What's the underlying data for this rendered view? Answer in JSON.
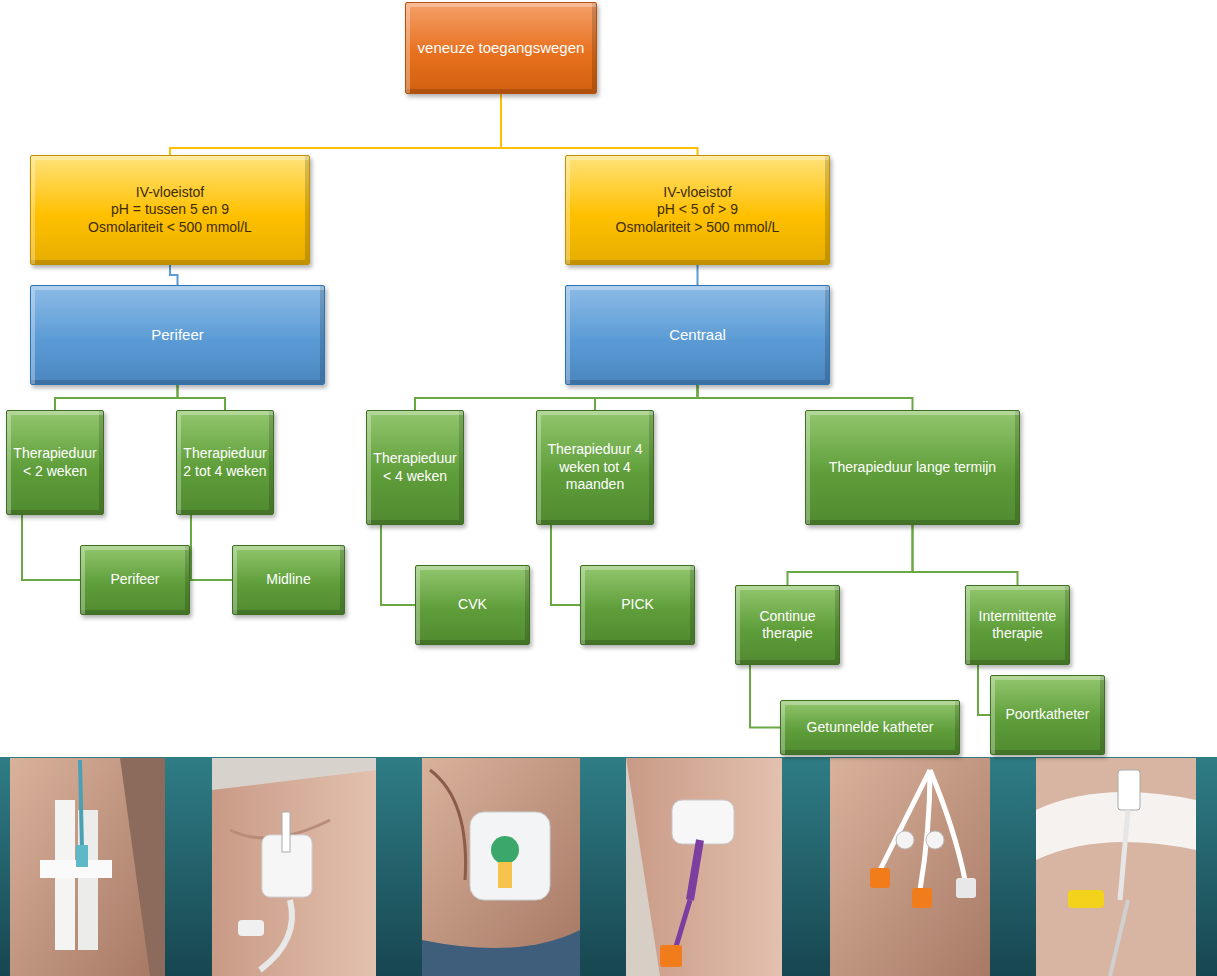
{
  "diagram": {
    "nodes": [
      {
        "text": [
          "veneuze toegangswegen"
        ]
      },
      {
        "text": [
          "IV-vloeistof",
          "pH = tussen 5 en 9",
          "Osmolariteit < 500 mmol/L"
        ]
      },
      {
        "text": [
          "IV-vloeistof",
          "pH < 5 of > 9",
          "Osmolariteit > 500 mmol/L"
        ]
      },
      {
        "text": [
          "Perifeer"
        ]
      },
      {
        "text": [
          "Centraal"
        ]
      },
      {
        "text": [
          "Therapieduur < 2 weken"
        ]
      },
      {
        "text": [
          "Therapieduur 2 tot 4 weken"
        ]
      },
      {
        "text": [
          "Therapieduur < 4 weken"
        ]
      },
      {
        "text": [
          "Therapieduur 4 weken tot 4 maanden"
        ]
      },
      {
        "text": [
          "Therapieduur lange termijn"
        ]
      },
      {
        "text": [
          "Perifeer"
        ]
      },
      {
        "text": [
          "Midline"
        ]
      },
      {
        "text": [
          "CVK"
        ]
      },
      {
        "text": [
          "PICK"
        ]
      },
      {
        "text": [
          "Continue therapie"
        ]
      },
      {
        "text": [
          "Intermittente therapie"
        ]
      },
      {
        "text": [
          "Getunnelde katheter"
        ]
      },
      {
        "text": [
          "Poortkatheter"
        ]
      }
    ],
    "edges": [
      {
        "from": 0,
        "to": 1,
        "arrow": "none"
      },
      {
        "from": 0,
        "to": 2,
        "arrow": "none"
      },
      {
        "from": 1,
        "to": 3,
        "arrow": "none"
      },
      {
        "from": 2,
        "to": 4,
        "arrow": "none"
      },
      {
        "from": 3,
        "to": 5,
        "arrow": "none"
      },
      {
        "from": 3,
        "to": 6,
        "arrow": "none"
      },
      {
        "from": 4,
        "to": 7,
        "arrow": "none"
      },
      {
        "from": 4,
        "to": 8,
        "arrow": "none"
      },
      {
        "from": 4,
        "to": 9,
        "arrow": "none"
      },
      {
        "from": 5,
        "to": 10,
        "arrow": "none"
      },
      {
        "from": 6,
        "to": 11,
        "arrow": "none"
      },
      {
        "from": 7,
        "to": 12,
        "arrow": "none"
      },
      {
        "from": 8,
        "to": 13,
        "arrow": "none"
      },
      {
        "from": 9,
        "to": 14,
        "arrow": "none"
      },
      {
        "from": 9,
        "to": 15,
        "arrow": "none"
      },
      {
        "from": 14,
        "to": 16,
        "arrow": "none"
      },
      {
        "from": 15,
        "to": 17,
        "arrow": "none"
      }
    ]
  }
}
